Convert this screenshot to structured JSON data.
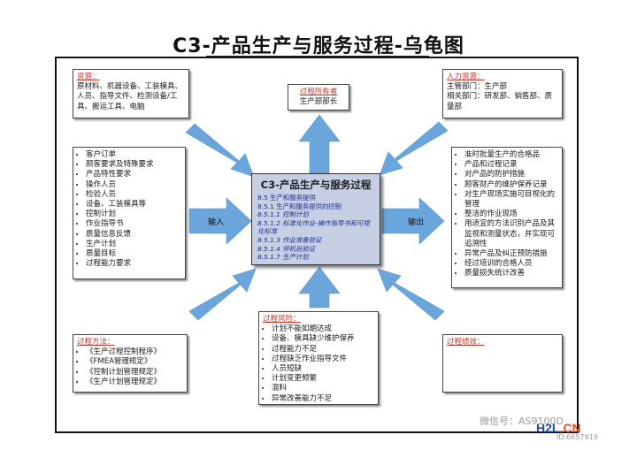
{
  "title": "C3-产品生产与服务过程-乌龟图",
  "process_owner": {
    "heading": "过程所有者",
    "content": "生产部部长"
  },
  "resources": {
    "heading": "资源：",
    "content": "原材料、机器设备、工装模具、人员、指导文件、检测设备/工具、搬运工具、电脑"
  },
  "human_resources": {
    "heading": "人力资源：",
    "lines": [
      "主管部门：生产部",
      "相关部门：研发部、销售部、质量部"
    ]
  },
  "inputs": [
    "客户订单",
    "顾客要求及特殊要求",
    "产品特性要求",
    "操作人员",
    "检验人员",
    "设备、工装模具等",
    "控制计划",
    "作业指导书",
    "质量信息反馈",
    "生产计划",
    "质量目标",
    "过程能力要求"
  ],
  "input_label": "输入",
  "output_label": "输出",
  "outputs": [
    "准时批量生产的合格品",
    "产品和过程记录",
    "对产品的防护措施",
    "顾客财产的维护保养记录",
    "对生产现场实施可目视化的管理",
    "整洁的作业现场",
    "用适宜的方法识别产品及其监视和测量状态，并实现可追溯性",
    "异常产品及纠正预防措施",
    "经过培训的合格人员",
    "质量损失统计改善"
  ],
  "center": {
    "title": "C3-产品生产与服务过程",
    "l1": "8.5 生产和服务提供",
    "l2": "8.5.1 生产和服务提供的控制",
    "l3": "8.5.1.1 控制计划",
    "l4": "8.5.1.2 标准化作业-操作指导书和可视化标准",
    "l5": "8.5.1.3 作业准备验证",
    "l6": "8.5.1.4 停机后验证",
    "l7": "8.5.1.7 生产计划"
  },
  "methods": {
    "heading": "过程方法：",
    "items": [
      "《生产过程控制程序》",
      "《FMEA管理规定》",
      "《控制计划管理规定》",
      "《生产计划管理规定》"
    ]
  },
  "risks": {
    "heading": "过程风险：",
    "items": [
      "计划不能如期达成",
      "设备、模具缺少维护保养",
      "过程能力不足",
      "过程缺乏作业指导文件",
      "人员短缺",
      "计划变更频繁",
      "混料",
      "异常改善能力不足"
    ]
  },
  "performance": {
    "heading": "过程绩效："
  },
  "watermark": {
    "text": "微信号：AS9100D",
    "id": "ID:6657919"
  },
  "logo": {
    "a": "H2L",
    "b": ".",
    "c": "CN"
  },
  "colors": {
    "arrow": "#6aa6db",
    "accent_heading": "#c0392b",
    "center_fill": "#c6cfe4"
  }
}
